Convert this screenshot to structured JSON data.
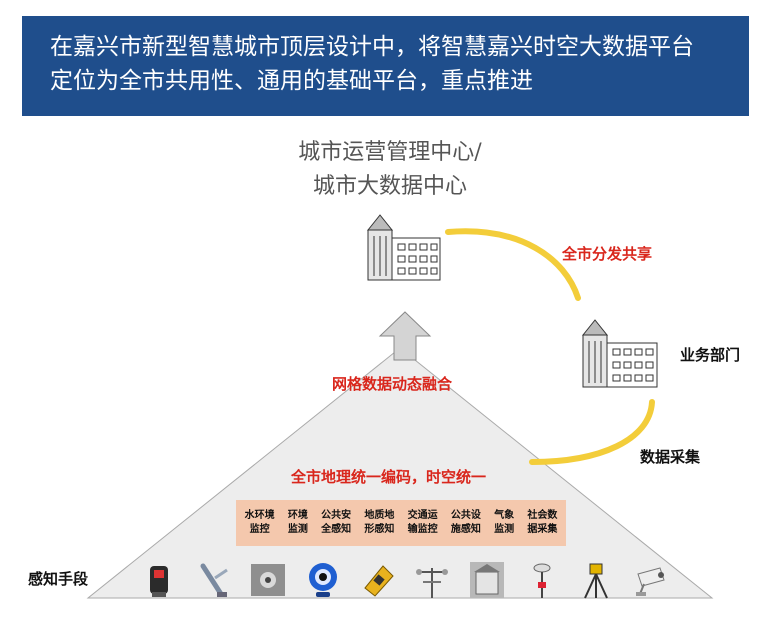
{
  "banner": {
    "line1": "在嘉兴市新型智慧城市顶层设计中，将智慧嘉兴时空大数据平台",
    "line2": "定位为全市共用性、通用的基础平台，重点推进"
  },
  "center": {
    "line1": "城市运营管理中心/",
    "line2": "城市大数据中心"
  },
  "labels": {
    "share": "全市分发共享",
    "business": "业务部门",
    "collect": "数据采集",
    "fusion": "网格数据动态融合",
    "unify": "全市地理统一编码，时空统一",
    "sensing": "感知手段"
  },
  "categories": [
    {
      "line1": "水环境",
      "line2": "监控"
    },
    {
      "line1": "环境",
      "line2": "监测"
    },
    {
      "line1": "公共安",
      "line2": "全感知"
    },
    {
      "line1": "地质地",
      "line2": "形感知"
    },
    {
      "line1": "交通运",
      "line2": "输监控"
    },
    {
      "line1": "公共设",
      "line2": "施感知"
    },
    {
      "line1": "气象",
      "line2": "监测"
    },
    {
      "line1": "社会数",
      "line2": "据采集"
    }
  ],
  "sensors": [
    "scanner-icon",
    "antenna-icon",
    "sensor-photo-icon",
    "webcam-icon",
    "gas-detector-icon",
    "weather-station-icon",
    "monitoring-station-icon",
    "gps-pole-icon",
    "tripod-survey-icon",
    "security-camera-icon"
  ],
  "colors": {
    "banner": "#1f4e8c",
    "accent_red": "#d9261c",
    "flow_yellow": "#f3cd3a",
    "category_bg": "#f4c8ad"
  }
}
